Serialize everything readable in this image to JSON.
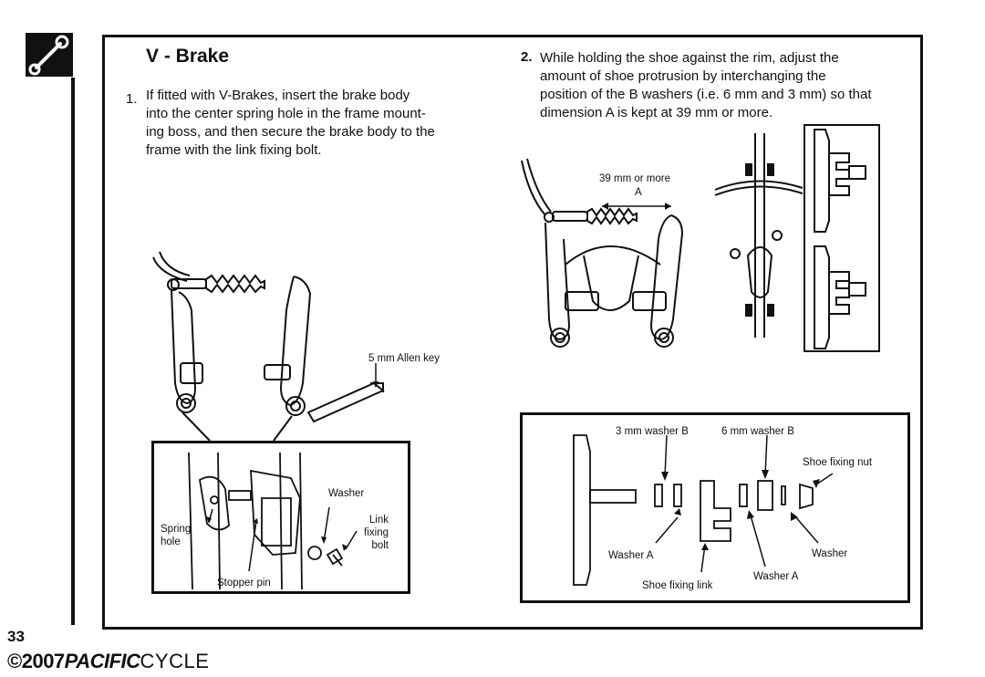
{
  "header": {
    "title": "V - Brake"
  },
  "steps": [
    {
      "number": "1.",
      "lines": [
        "If fitted with V-Brakes, insert the brake body",
        "into the center spring hole in the frame mount-",
        "ing boss, and then secure the brake body to the",
        "frame with the link fixing bolt."
      ]
    },
    {
      "number": "2.",
      "lines": [
        "While holding the shoe against the rim, adjust the",
        "amount of shoe protrusion by interchanging the",
        "position of the B washers (i.e. 6 mm and 3 mm) so that",
        "dimension A is kept at 39 mm or more."
      ]
    }
  ],
  "figure1": {
    "allen_key": "5 mm Allen key",
    "spring_hole": [
      "Spring",
      "hole"
    ],
    "stopper_pin": "Stopper pin",
    "washer": "Washer",
    "link_fixing_bolt": [
      "Link",
      "fixing",
      "bolt"
    ]
  },
  "figure2": {
    "dimension": "39 mm or more",
    "dimension_letter": "A"
  },
  "figure3": {
    "washer_b_3mm": "3 mm washer B",
    "washer_b_6mm": "6 mm washer B",
    "shoe_fixing_nut": "Shoe fixing nut",
    "washer_a_left": "Washer A",
    "washer": "Washer",
    "shoe_fixing_link": "Shoe fixing link",
    "washer_a_right": "Washer A"
  },
  "footer": {
    "page_number": "33",
    "copyright_symbol": "©",
    "year": "2007",
    "brand": "PACIFIC",
    "brand_suffix": "CYCLE"
  }
}
